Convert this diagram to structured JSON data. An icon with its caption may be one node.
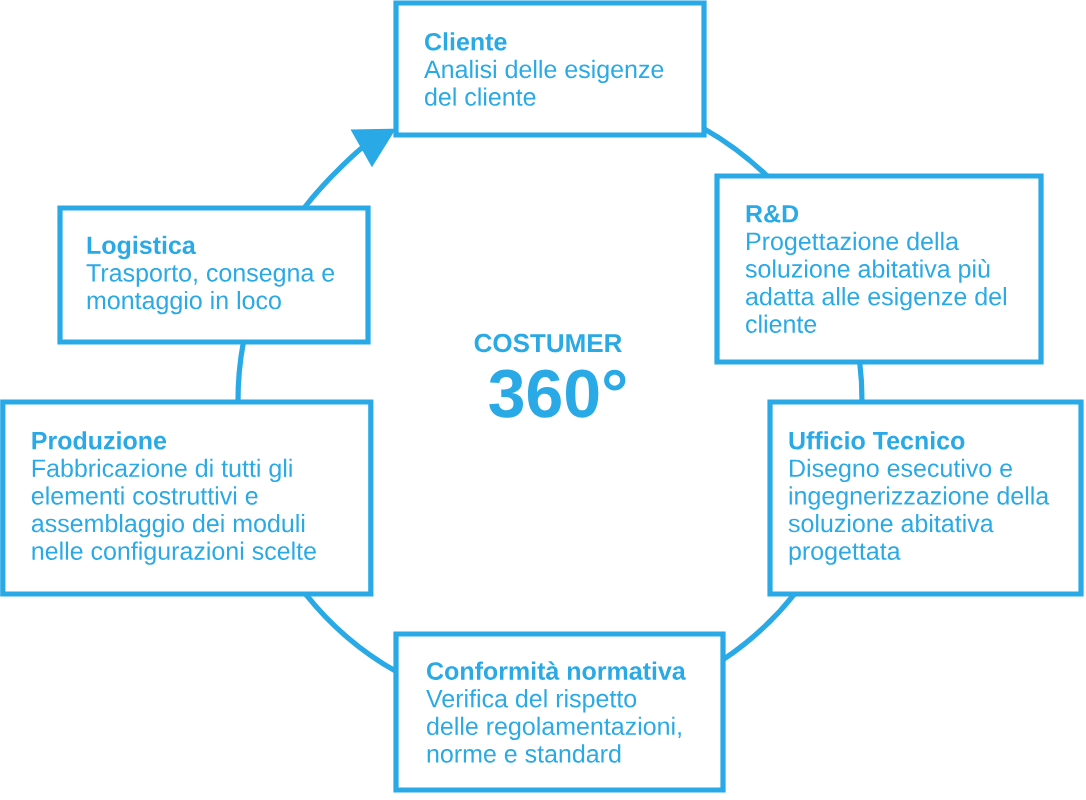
{
  "diagram": {
    "nodes": [
      {
        "text": [
          "Cliente",
          "Analisi delle esigenze del cliente"
        ]
      },
      {
        "text": [
          "R&D",
          "Progettazione della soluzione abitativa più adatta alle esigenze del cliente"
        ]
      },
      {
        "text": [
          "Logistica",
          "Trasporto, consegna e montaggio in loco"
        ]
      },
      {
        "text": [
          "Produzione",
          "Fabbricazione di tutti gli elementi costruttivi e assemblaggio dei moduli nelle configurazioni scelte"
        ]
      },
      {
        "text": [
          "Ufficio Tecnico",
          "Disegno esecutivo e ingegnerizzazione della soluzione abitativa progettata"
        ]
      },
      {
        "text": [
          "Conformità normativa",
          "Verifica del rispetto delle regolamentazioni, norme e standard"
        ]
      }
    ],
    "edges": [
      {
        "from": 0,
        "to": 1,
        "arrow": "none"
      },
      {
        "from": 1,
        "to": 4,
        "arrow": "none"
      },
      {
        "from": 4,
        "to": 5,
        "arrow": "none"
      },
      {
        "from": 5,
        "to": 3,
        "arrow": "none"
      },
      {
        "from": 3,
        "to": 2,
        "arrow": "none"
      },
      {
        "from": 2,
        "to": 0,
        "arrow": "to"
      }
    ],
    "labels": [
      "COSTUMER",
      "360°"
    ]
  }
}
